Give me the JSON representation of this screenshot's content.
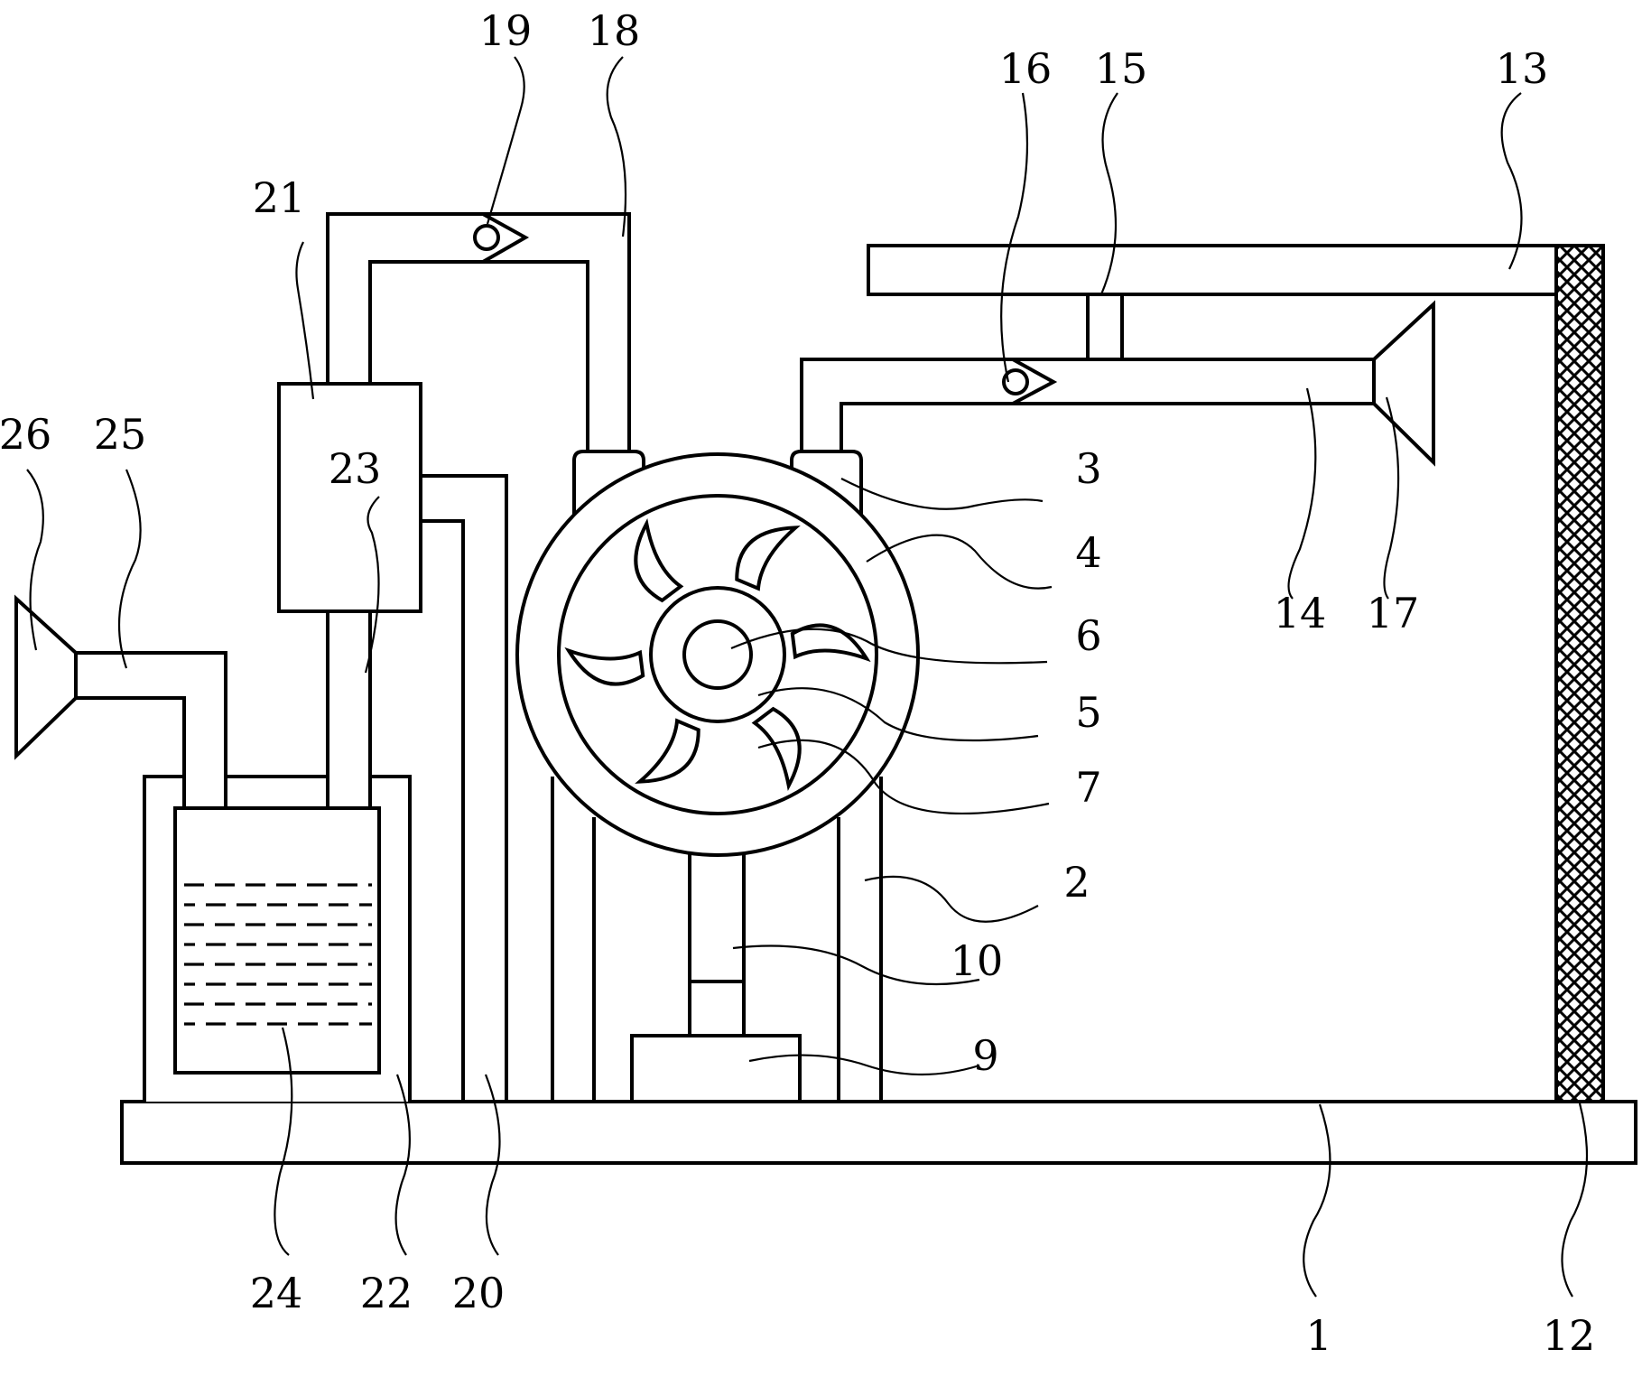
{
  "labels": {
    "l1": "1",
    "l2": "2",
    "l3": "3",
    "l4": "4",
    "l5": "5",
    "l6": "6",
    "l7": "7",
    "l9": "9",
    "l10": "10",
    "l12": "12",
    "l13": "13",
    "l14": "14",
    "l15": "15",
    "l16": "16",
    "l17": "17",
    "l18": "18",
    "l19": "19",
    "l20": "20",
    "l21": "21",
    "l22": "22",
    "l23": "23",
    "l24": "24",
    "l25": "25",
    "l26": "26"
  }
}
